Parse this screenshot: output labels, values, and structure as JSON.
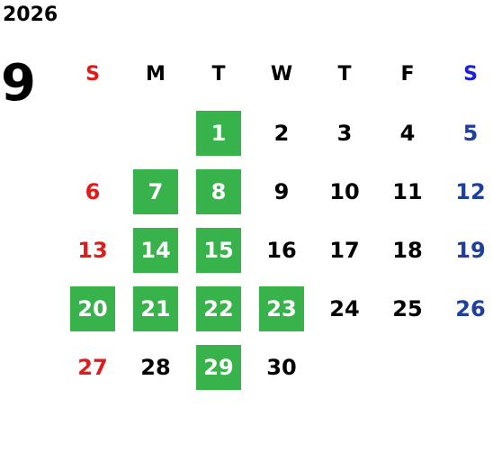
{
  "year": "2026",
  "month": "9",
  "weekdays": [
    {
      "label": "S",
      "color": "#e01b1b"
    },
    {
      "label": "M",
      "color": "#000000"
    },
    {
      "label": "T",
      "color": "#000000"
    },
    {
      "label": "W",
      "color": "#000000"
    },
    {
      "label": "T",
      "color": "#000000"
    },
    {
      "label": "F",
      "color": "#000000"
    },
    {
      "label": "S",
      "color": "#1a21d6"
    }
  ],
  "colors": {
    "sunday": "#e01b1b",
    "saturday": "#1f3f9c",
    "weekday": "#000000",
    "highlight_bg": "#38b24a",
    "highlight_text": "#ffffff"
  },
  "first_weekday_index": 2,
  "days": [
    {
      "day": "1",
      "highlight": true
    },
    {
      "day": "2",
      "highlight": false
    },
    {
      "day": "3",
      "highlight": false
    },
    {
      "day": "4",
      "highlight": false
    },
    {
      "day": "5",
      "highlight": false
    },
    {
      "day": "6",
      "highlight": false
    },
    {
      "day": "7",
      "highlight": true
    },
    {
      "day": "8",
      "highlight": true
    },
    {
      "day": "9",
      "highlight": false
    },
    {
      "day": "10",
      "highlight": false
    },
    {
      "day": "11",
      "highlight": false
    },
    {
      "day": "12",
      "highlight": false
    },
    {
      "day": "13",
      "highlight": false
    },
    {
      "day": "14",
      "highlight": true
    },
    {
      "day": "15",
      "highlight": true
    },
    {
      "day": "16",
      "highlight": false
    },
    {
      "day": "17",
      "highlight": false
    },
    {
      "day": "18",
      "highlight": false
    },
    {
      "day": "19",
      "highlight": false
    },
    {
      "day": "20",
      "highlight": true
    },
    {
      "day": "21",
      "highlight": true
    },
    {
      "day": "22",
      "highlight": true
    },
    {
      "day": "23",
      "highlight": true
    },
    {
      "day": "24",
      "highlight": false
    },
    {
      "day": "25",
      "highlight": false
    },
    {
      "day": "26",
      "highlight": false
    },
    {
      "day": "27",
      "highlight": false
    },
    {
      "day": "28",
      "highlight": false
    },
    {
      "day": "29",
      "highlight": true
    },
    {
      "day": "30",
      "highlight": false
    }
  ]
}
